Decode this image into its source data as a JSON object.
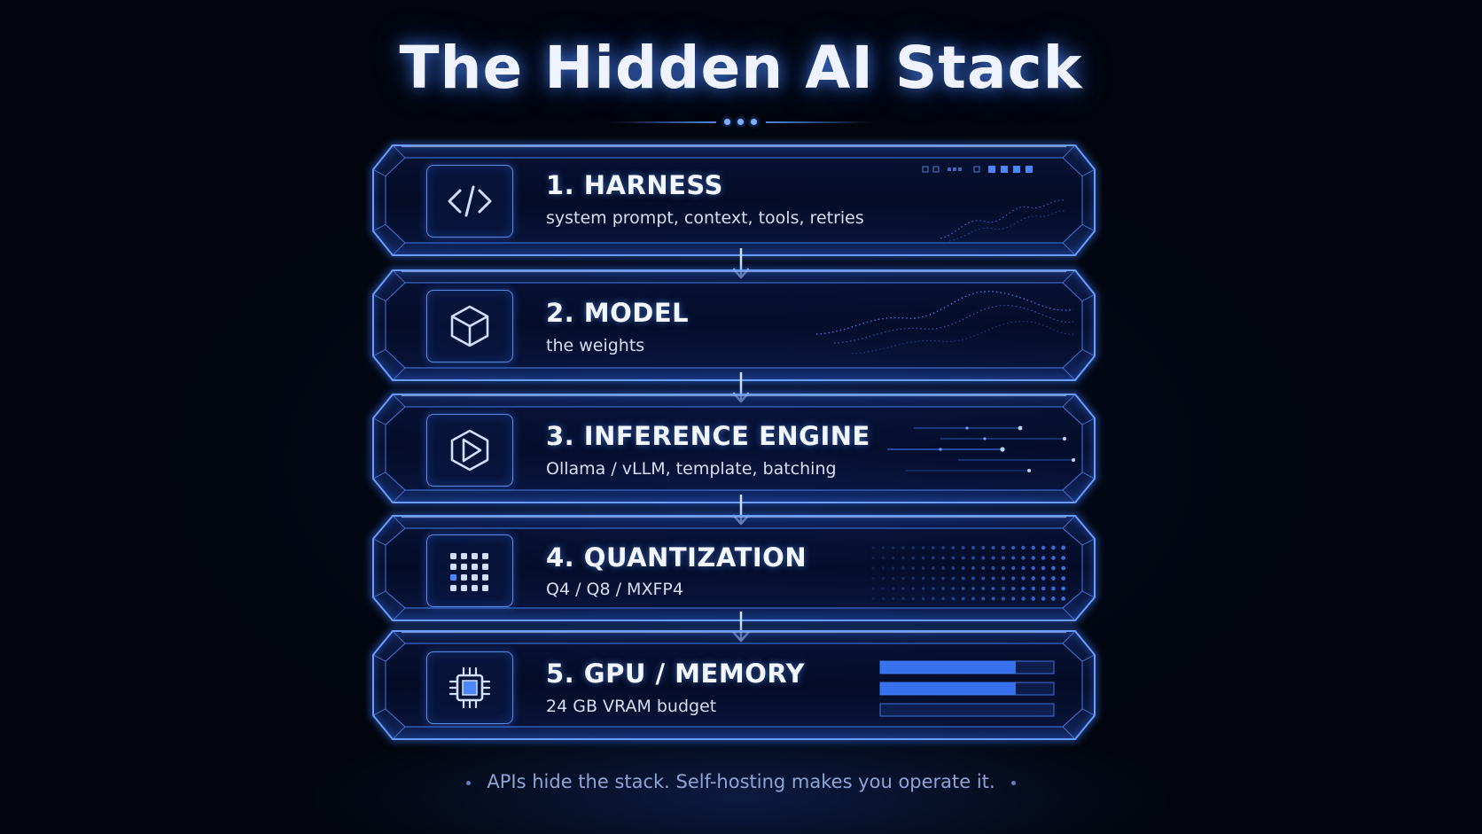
{
  "title": "The Hidden AI Stack",
  "accent_color": "#3d7bff",
  "layers": [
    {
      "title": "1. HARNESS",
      "subtitle": "system prompt, context, tools, retries",
      "icon": "code-brackets-icon"
    },
    {
      "title": "2. MODEL",
      "subtitle": "the weights",
      "icon": "cube-icon"
    },
    {
      "title": "3. INFERENCE ENGINE",
      "subtitle": "Ollama / vLLM, template, batching",
      "icon": "play-hexagon-icon"
    },
    {
      "title": "4. QUANTIZATION",
      "subtitle": "Q4 / Q8 / MXFP4",
      "icon": "dot-grid-icon"
    },
    {
      "title": "5. GPU / MEMORY",
      "subtitle": "24 GB VRAM budget",
      "icon": "chip-icon"
    }
  ],
  "memory_bars": [
    0.78,
    0.78,
    0.0
  ],
  "footer": "APIs hide the stack. Self-hosting makes you operate it."
}
